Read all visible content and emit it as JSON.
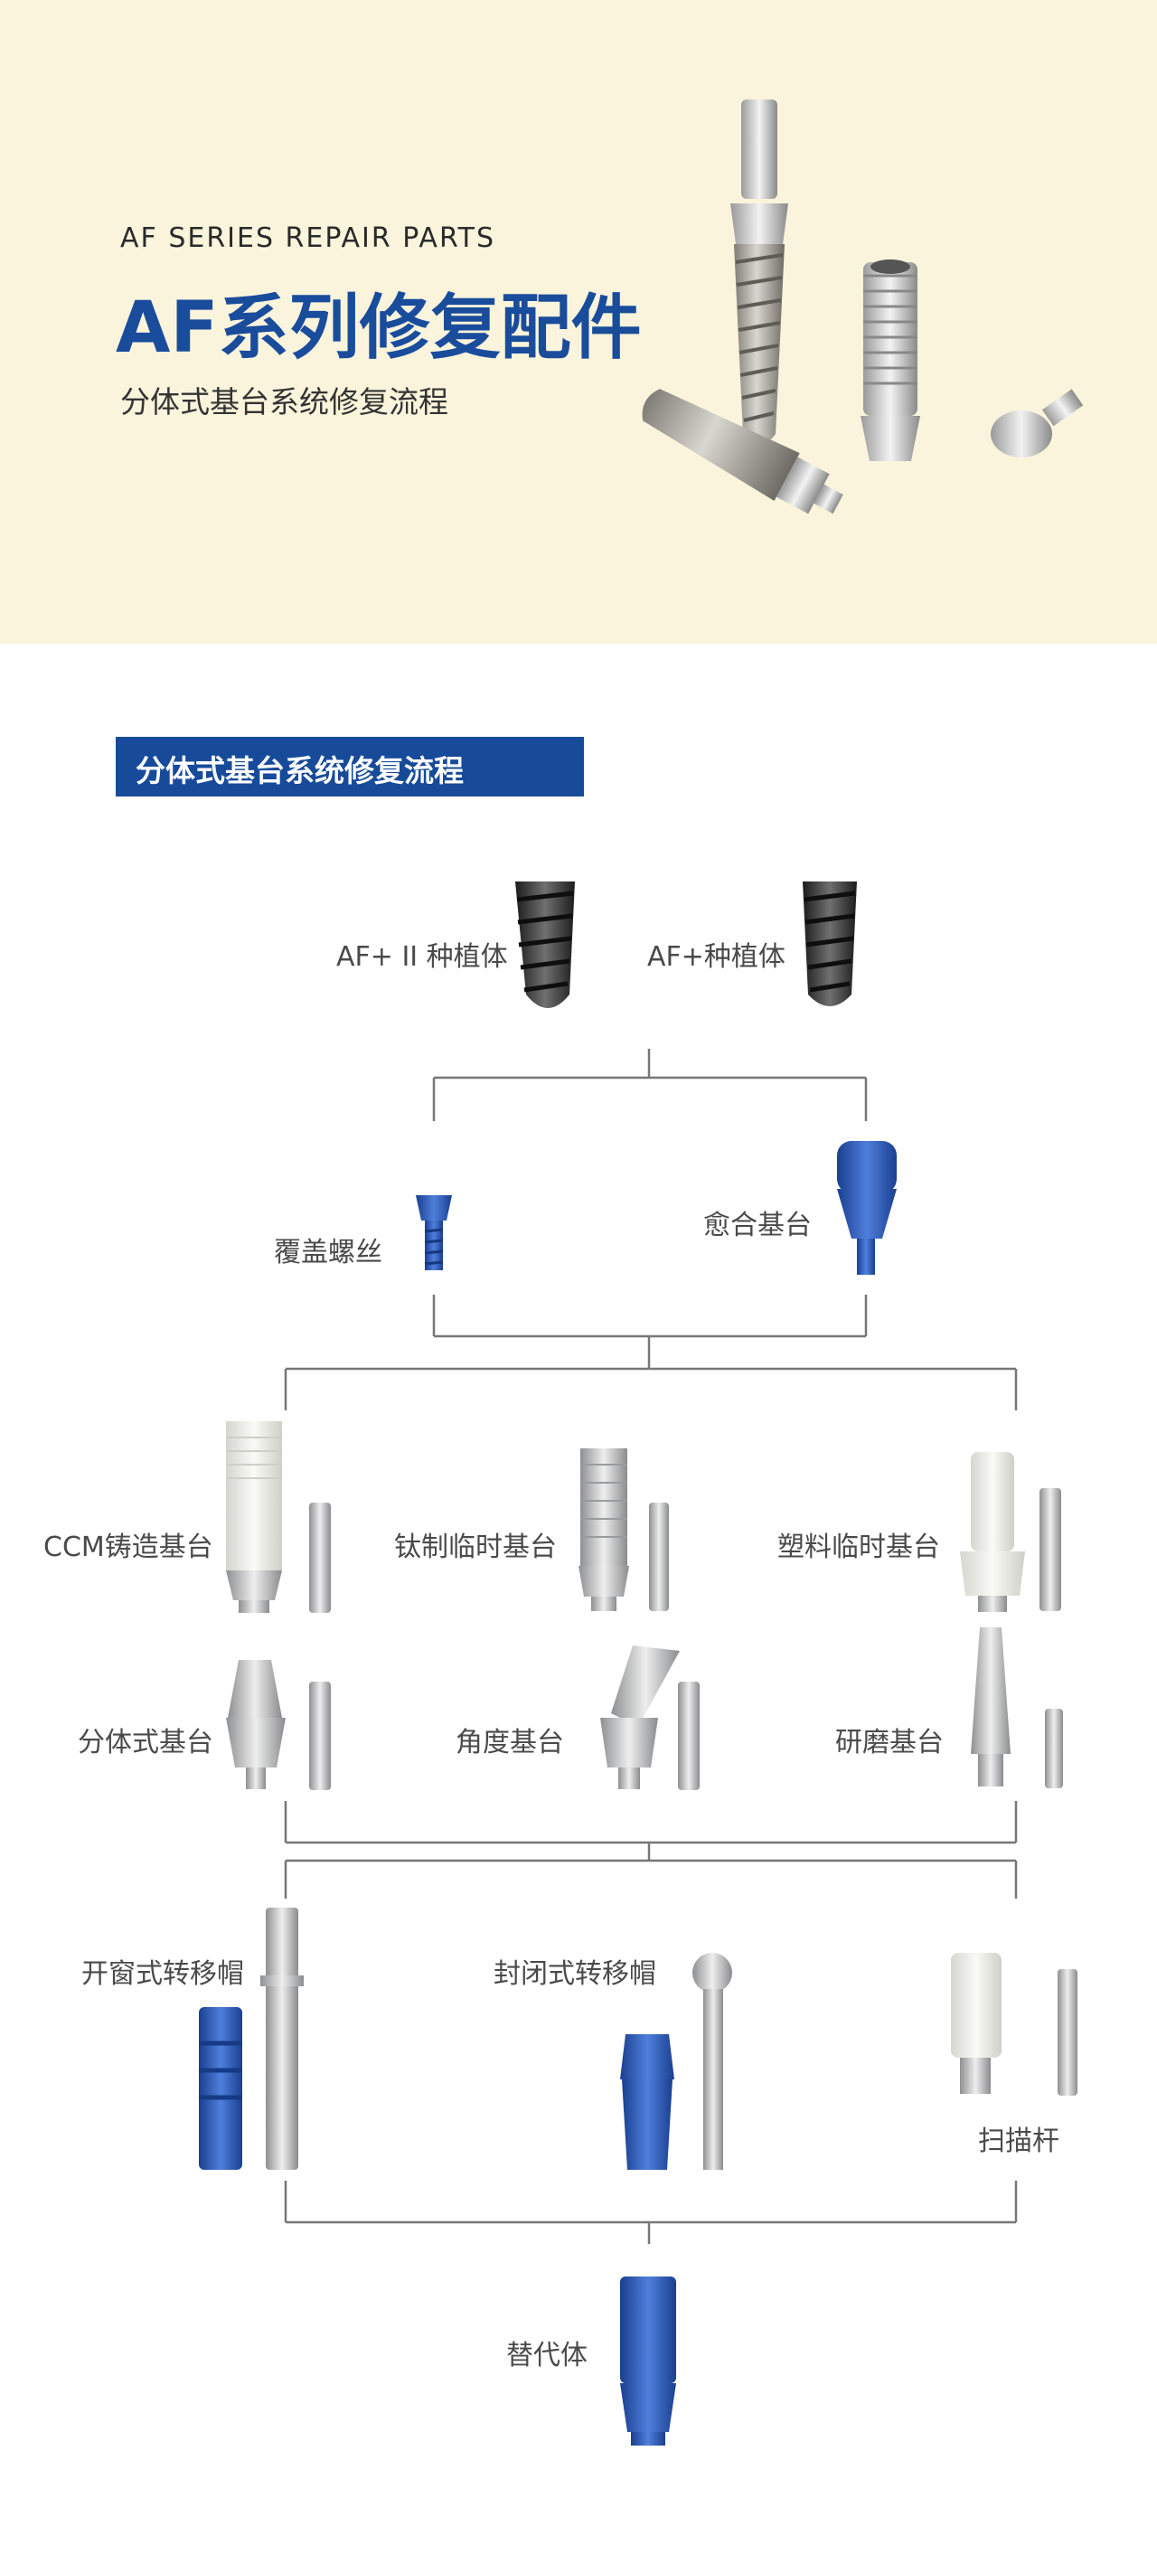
{
  "hero": {
    "subtitle_en": "AF SERIES REPAIR PARTS",
    "title": "AF系列修复配件",
    "subtitle_cn": "分体式基台系统修复流程"
  },
  "section": {
    "title": "分体式基台系统修复流程"
  },
  "flow": {
    "implants": {
      "left": "AF+ II 种植体",
      "right": "AF+种植体"
    },
    "healing": {
      "cover_screw": "覆盖螺丝",
      "healing_abutment": "愈合基台"
    },
    "abutments": {
      "ccm": "CCM铸造基台",
      "titanium_temp": "钛制临时基台",
      "plastic_temp": "塑料临时基台",
      "split": "分体式基台",
      "angled": "角度基台",
      "grinding": "研磨基台"
    },
    "transfer": {
      "open": "开窗式转移帽",
      "closed": "封闭式转移帽",
      "scan": "扫描杆"
    },
    "analog": "替代体"
  },
  "colors": {
    "hero_bg": "#fbf4dc",
    "brand_blue": "#174b9a",
    "part_blue": "#2455b8",
    "metal": "#c9cacc",
    "line": "#777777"
  }
}
